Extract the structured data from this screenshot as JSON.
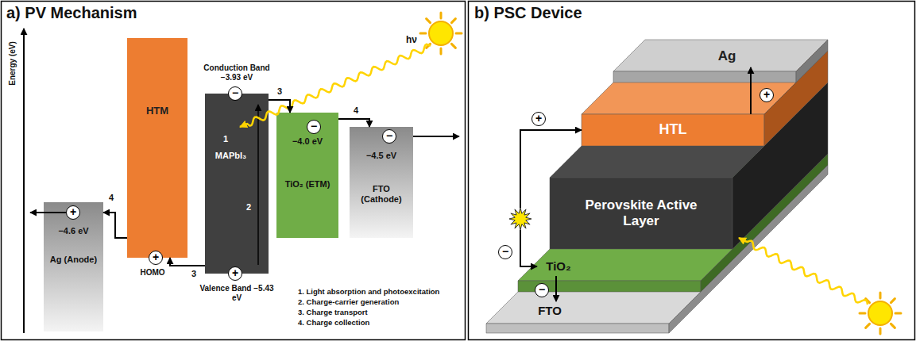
{
  "diagram": {
    "nodes": [
      {
        "text": [
          "−4.6 eV",
          "Ag (Anode)"
        ]
      },
      {
        "text": [
          "HTM"
        ]
      },
      {
        "text": [
          "MAPbI₃"
        ]
      },
      {
        "text": [
          "−4.0 eV",
          "TiO₂ (ETM)"
        ]
      },
      {
        "text": [
          "−4.5 eV",
          "FTO (Cathode)"
        ]
      },
      {
        "text": [
          "Ag"
        ]
      },
      {
        "text": [
          "HTL"
        ]
      },
      {
        "text": [
          "Perovskite Active Layer"
        ]
      },
      {
        "text": [
          "TiO₂"
        ]
      },
      {
        "text": [
          "FTO"
        ]
      }
    ],
    "edges": [
      {
        "from": 2,
        "to": 3,
        "arrow": "to"
      },
      {
        "from": 3,
        "to": 4,
        "arrow": "to"
      },
      {
        "from": 2,
        "to": 1,
        "arrow": "to"
      },
      {
        "from": 1,
        "to": 0,
        "arrow": "to"
      },
      {
        "from": 6,
        "to": 5,
        "arrow": "to"
      },
      {
        "from": 8,
        "to": 9,
        "arrow": "to"
      }
    ],
    "labels": [
      "a) PV Mechanism",
      "b) PSC Device",
      "Energy (eV)",
      "hν",
      "Conduction Band −3.93 eV",
      "Valence Band −5.43 eV",
      "HOMO",
      "1",
      "2",
      "3",
      "3",
      "4",
      "4",
      "1. Light absorption and photoexcitation",
      "2. Charge-carrier generation",
      "3. Charge transport",
      "4. Charge collection",
      "−",
      "−",
      "−",
      "+",
      "+",
      "+",
      "+",
      "+",
      "−",
      "−"
    ]
  }
}
